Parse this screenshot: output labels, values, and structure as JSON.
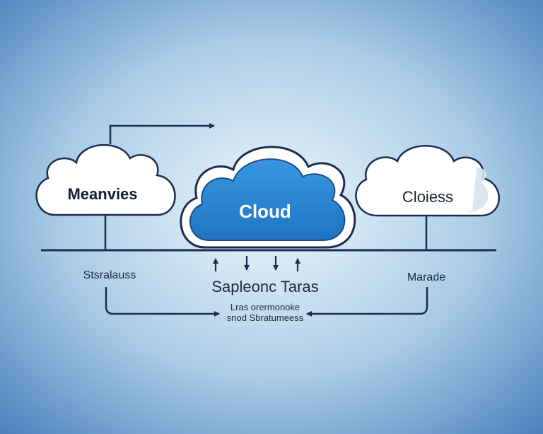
{
  "colors": {
    "background_center": "#e9f4fb",
    "background_edge": "#4f86c0",
    "line": "#1b2d52",
    "cloud_center_fill": "#2a88d4",
    "cloud_side_fill": "#ffffff"
  },
  "diagram": {
    "left_cloud_label": "Meanvies",
    "center_cloud_label": "Cloud",
    "right_cloud_label": "Cloiess",
    "left_bottom_label": "Stsralauss",
    "right_bottom_label": "Marade",
    "center_bottom_label": "Sapleonc Taras",
    "center_caption_line1": "Lras orermonoke",
    "center_caption_line2": "snod Sbratumeess"
  }
}
